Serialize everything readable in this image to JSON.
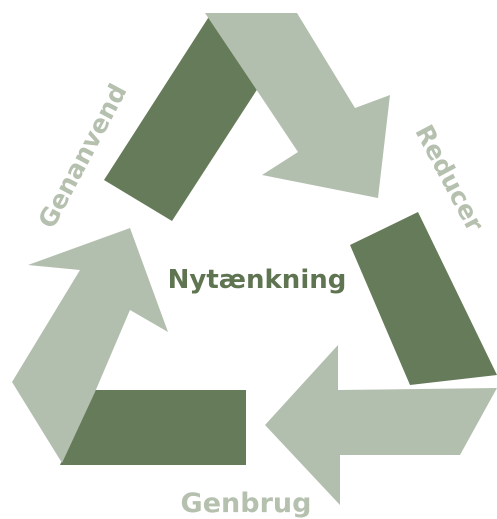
{
  "diagram": {
    "center_label": "Nytænkning",
    "steps": [
      {
        "label": "Reducer"
      },
      {
        "label": "Genbrug"
      },
      {
        "label": "Genanvend"
      }
    ]
  },
  "colors": {
    "dark_green": "#667b59",
    "light_green": "#b3bfae",
    "center_text": "#5f7451",
    "step_text": "#b5c0ae",
    "background": "#ffffff"
  }
}
